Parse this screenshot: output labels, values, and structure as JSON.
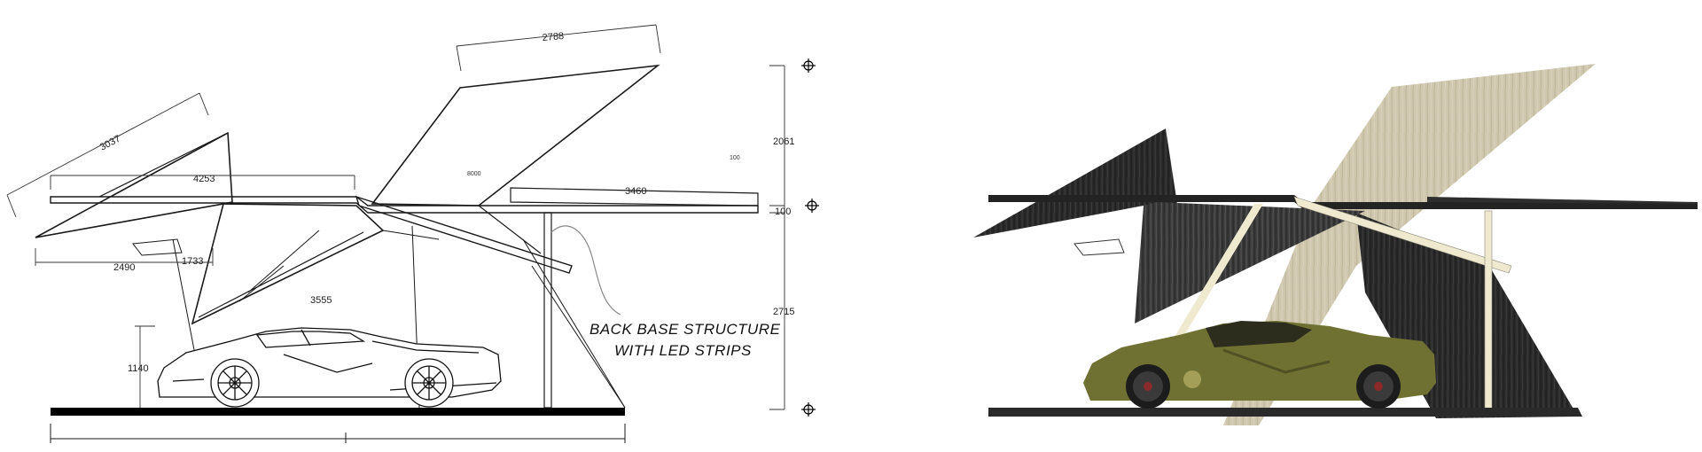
{
  "drawing": {
    "dimensions": {
      "d3037": "3037",
      "d2788": "2788",
      "d4253": "4253",
      "d2490": "2490",
      "d1733": "1733",
      "d3555": "3555",
      "d3460": "3460",
      "d2061": "2061",
      "d100a": "100",
      "d2715": "2715",
      "d1140": "1140",
      "d8000": "8000",
      "d100b": "100"
    },
    "note_line1": "BACK BASE STRUCTURE",
    "note_line2": "WITH LED STRIPS"
  },
  "colors": {
    "ink": "#1a1a1a",
    "dark_panel": "#2b2b2b",
    "beige_panel": "#cfc7ae",
    "cream_beam": "#efe9cf",
    "car_green": "#6f7133"
  }
}
